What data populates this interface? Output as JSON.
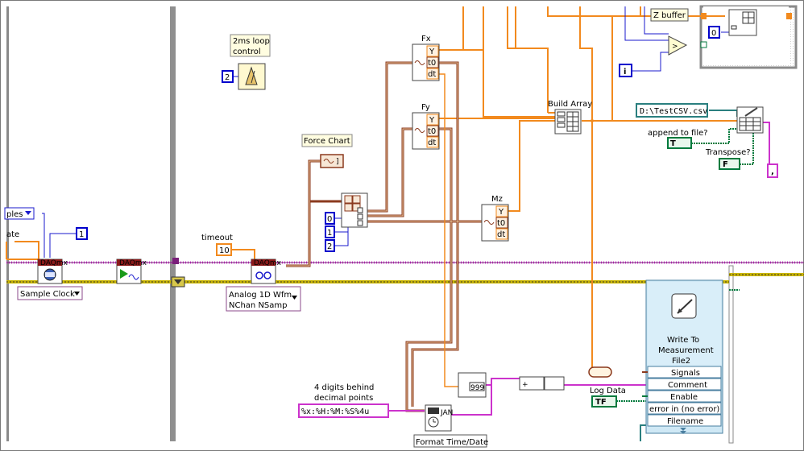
{
  "labels": {
    "loop_control": [
      "2ms loop",
      "control"
    ],
    "force_chart": "Force Chart",
    "timeout": "timeout",
    "build_array": "Build Array",
    "fx": "Fx",
    "fy": "Fy",
    "mz": "Mz",
    "z_buffer": "Z buffer",
    "append_to_file": "append to file?",
    "transpose": "Transpose?",
    "digits_note": [
      "4 digits behind",
      "decimal points"
    ],
    "log_data": "Log Data",
    "ate": "ate",
    "ples": "ples",
    "format_time_date": "Format Time/Date"
  },
  "constants": {
    "loop_ms": "2",
    "timeout_value": "10",
    "one_top": "1",
    "index_0": "0",
    "index_1": "1",
    "index_2": "2",
    "z_index": "0",
    "i_terminal": "i",
    "file_path": "D:\\TestCSV.csv",
    "format_string": "%x:%H:%M:%S%4u",
    "comma": ","
  },
  "bool_constants": {
    "append": "T",
    "transpose": "F",
    "log_data": "TF"
  },
  "waveform_terms": {
    "y": "Y",
    "t0": "t0",
    "dt": "dt"
  },
  "daq": {
    "badge": "DAQmx",
    "timing_selector": "Sample Clock",
    "read_selector": [
      "Analog 1D Wfm",
      "NChan NSamp"
    ]
  },
  "express_vi": {
    "title": [
      "Write To",
      "Measurement",
      "File2"
    ],
    "terminals": [
      "Signals",
      "Comment",
      "Enable",
      "error in (no error)",
      "Filename"
    ]
  },
  "colors": {
    "wire_orange": "#f28a1e",
    "wire_waveform": "#8b3a1e",
    "wire_pink": "#cc33cc",
    "wire_blue": "#0000cc",
    "wire_green": "#007a3d",
    "wire_error": "#c8b400",
    "wire_path": "#2a7f7f",
    "loop_border": "#8a8a8a"
  }
}
